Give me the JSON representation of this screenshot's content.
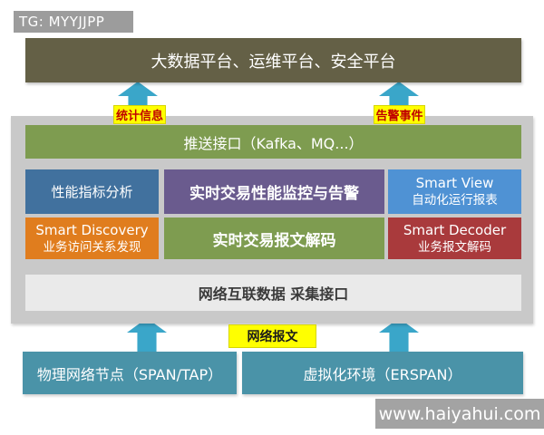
{
  "page": {
    "tg_badge": "TG: MYYJJPP",
    "site_watermark": "www.haiyahui.com"
  },
  "colors": {
    "arrow": "#3aa6c9",
    "platform_bar": "#646046",
    "push_bar": "#7e9c50",
    "module_perf": "#41719e",
    "module_monitor": "#6a5b8e",
    "module_smart_view": "#4f92d4",
    "module_smart_discovery": "#e07d1e",
    "module_decode": "#7e9c50",
    "module_smart_decoder": "#a93a3c",
    "source_box": "#4a93a8",
    "flow_label_bg": "#ffff00",
    "flow_label_text": "#c00000"
  },
  "diagram": {
    "platform_bar": "大数据平台、运维平台、安全平台",
    "flow_up_left": "统计信息",
    "flow_up_right": "告警事件",
    "push_interface": "推送接口（Kafka、MQ...）",
    "modules": {
      "perf": "性能指标分析",
      "monitor": "实时交易性能监控与告警",
      "smart_view_line1": "Smart View",
      "smart_view_line2": "自动化运行报表",
      "smart_discovery_line1": "Smart Discovery",
      "smart_discovery_line2": "业务访问关系发现",
      "decode": "实时交易报文解码",
      "smart_decoder_line1": "Smart Decoder",
      "smart_decoder_line2": "业务报文解码"
    },
    "collect_interface": "网络互联数据 采集接口",
    "packet_label": "网络报文",
    "source_left": "物理网络节点（SPAN/TAP）",
    "source_right": "虚拟化环境（ERSPAN）"
  }
}
